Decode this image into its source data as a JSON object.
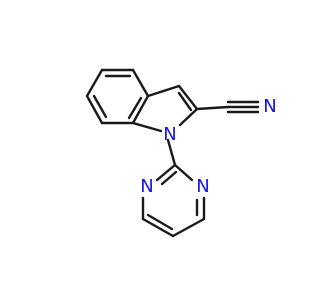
{
  "molecule": {
    "atoms": {
      "indole_n": "N",
      "nitrile_n": "N",
      "pyrimidine_n_left": "N",
      "pyrimidine_n_right": "N"
    },
    "colors": {
      "bond": "#1a1a1a",
      "heteroatom": "#1414e6",
      "background": "#ffffff"
    }
  }
}
